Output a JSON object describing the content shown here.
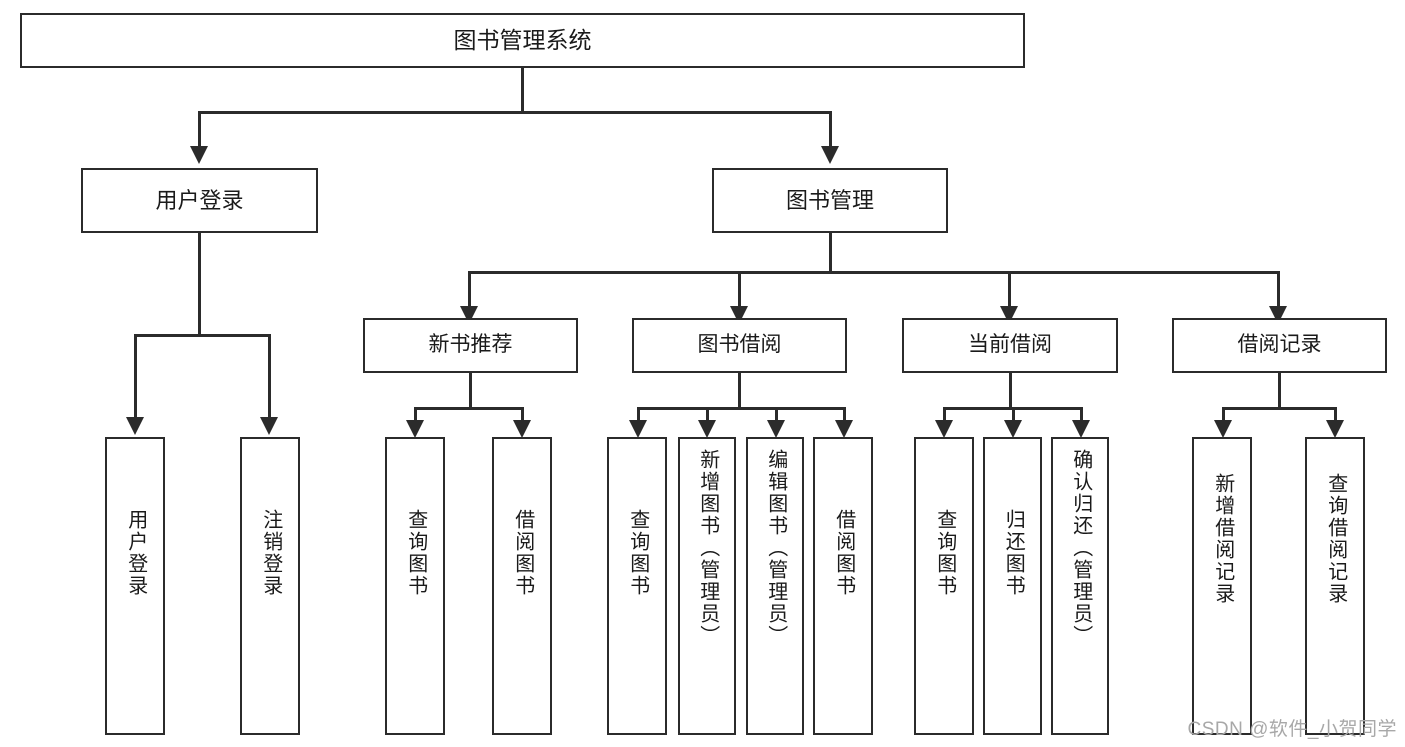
{
  "diagram": {
    "title_node": {
      "label": "图书管理系统"
    },
    "level2": [
      {
        "label": "用户登录"
      },
      {
        "label": "图书管理"
      }
    ],
    "level3": [
      {
        "label": "新书推荐"
      },
      {
        "label": "图书借阅"
      },
      {
        "label": "当前借阅"
      },
      {
        "label": "借阅记录"
      }
    ],
    "leaves": {
      "user_login": [
        {
          "label": "用户登录"
        },
        {
          "label": "注销登录"
        }
      ],
      "new_book": [
        {
          "label": "查询图书"
        },
        {
          "label": "借阅图书"
        }
      ],
      "book_borrow": [
        {
          "label": "查询图书"
        },
        {
          "label": "新增图书（管理员）"
        },
        {
          "label": "编辑图书（管理员）"
        },
        {
          "label": "借阅图书"
        }
      ],
      "current_borrow": [
        {
          "label": "查询图书"
        },
        {
          "label": "归还图书"
        },
        {
          "label": "确认归还（管理员）"
        }
      ],
      "borrow_record": [
        {
          "label": "新增借阅记录"
        },
        {
          "label": "查询借阅记录"
        }
      ]
    }
  },
  "watermark": {
    "text": "CSDN @软件_小贺同学"
  },
  "colors": {
    "stroke": "#2b2b2b",
    "background": "#ffffff",
    "text": "#1a1a1a",
    "watermark": "#a8a8a8"
  }
}
